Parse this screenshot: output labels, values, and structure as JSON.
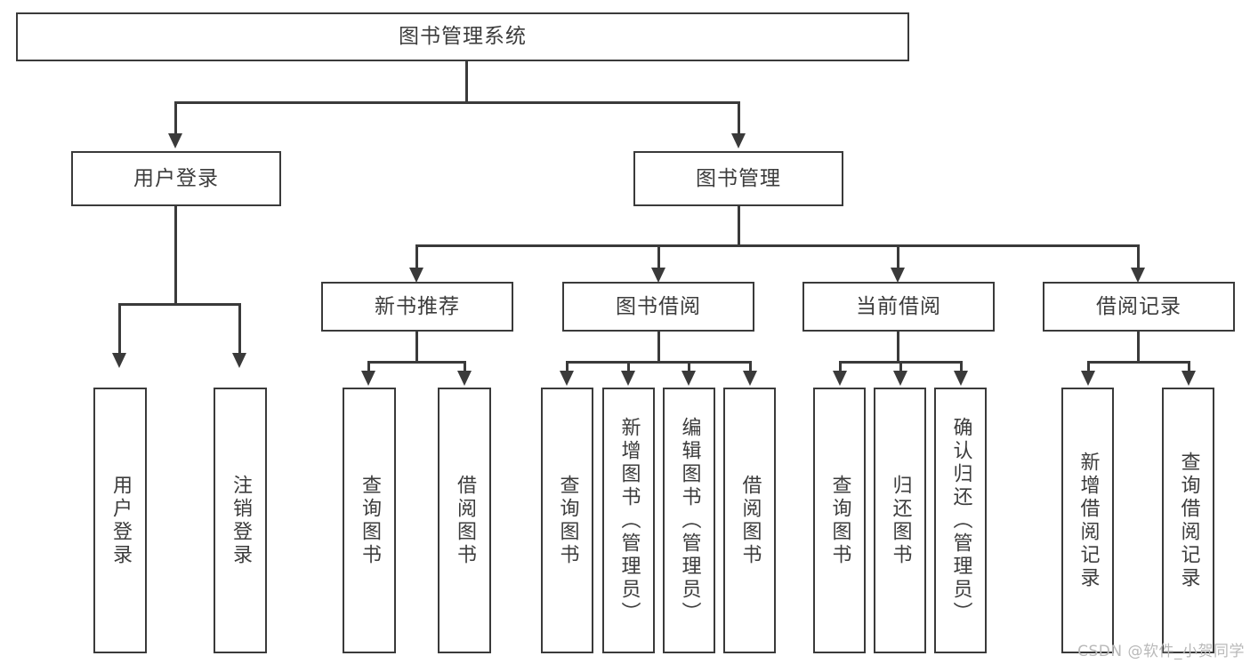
{
  "diagram": {
    "title": "图书管理系统",
    "type": "tree",
    "orientation": "top-down",
    "colors": {
      "stroke": "#3a3a3a",
      "box_fill": "#ffffff",
      "text": "#3c3c3c",
      "background": "#ffffff",
      "watermark": "#b9b9b9"
    },
    "root": {
      "label": "图书管理系统"
    },
    "level1": [
      {
        "label": "用户登录"
      },
      {
        "label": "图书管理"
      }
    ],
    "level2": [
      {
        "label": "新书推荐"
      },
      {
        "label": "图书借阅"
      },
      {
        "label": "当前借阅"
      },
      {
        "label": "借阅记录"
      }
    ],
    "leaves": {
      "user_login": [
        {
          "label": "用户登录"
        },
        {
          "label": "注销登录"
        }
      ],
      "new_book_recommend": [
        {
          "label": "查询图书"
        },
        {
          "label": "借阅图书"
        }
      ],
      "book_borrow": [
        {
          "label": "查询图书"
        },
        {
          "label": "新增图书（管理员）"
        },
        {
          "label": "编辑图书（管理员）"
        },
        {
          "label": "借阅图书"
        }
      ],
      "current_borrow": [
        {
          "label": "查询图书"
        },
        {
          "label": "归还图书"
        },
        {
          "label": "确认归还（管理员）"
        }
      ],
      "borrow_record": [
        {
          "label": "新增借阅记录"
        },
        {
          "label": "查询借阅记录"
        }
      ]
    }
  },
  "watermark": {
    "text": "CSDN @软件_小贺同学"
  }
}
